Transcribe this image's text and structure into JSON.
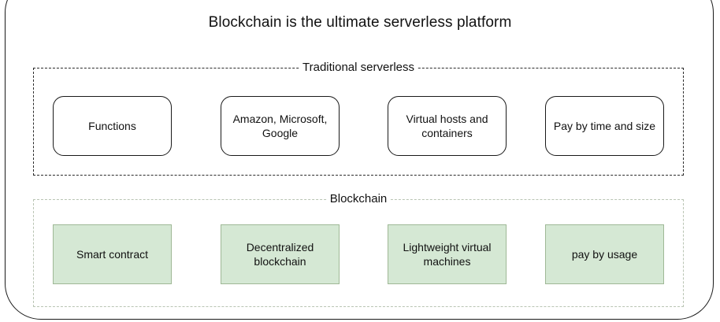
{
  "diagram": {
    "title": "Blockchain is the ultimate serverless platform",
    "traditional": {
      "label": "Traditional serverless",
      "boxes": [
        "Functions",
        "Amazon, Microsoft, Google",
        "Virtual hosts and containers",
        "Pay by time and size"
      ]
    },
    "blockchain": {
      "label": "Blockchain",
      "boxes": [
        "Smart contract",
        "Decentralized blockchain",
        "Lightweight virtual machines",
        "pay by usage"
      ]
    },
    "colors": {
      "blockchain_box_fill": "#d5e8d4",
      "blockchain_box_border": "#9fb896",
      "border": "#1a1a1a"
    }
  }
}
